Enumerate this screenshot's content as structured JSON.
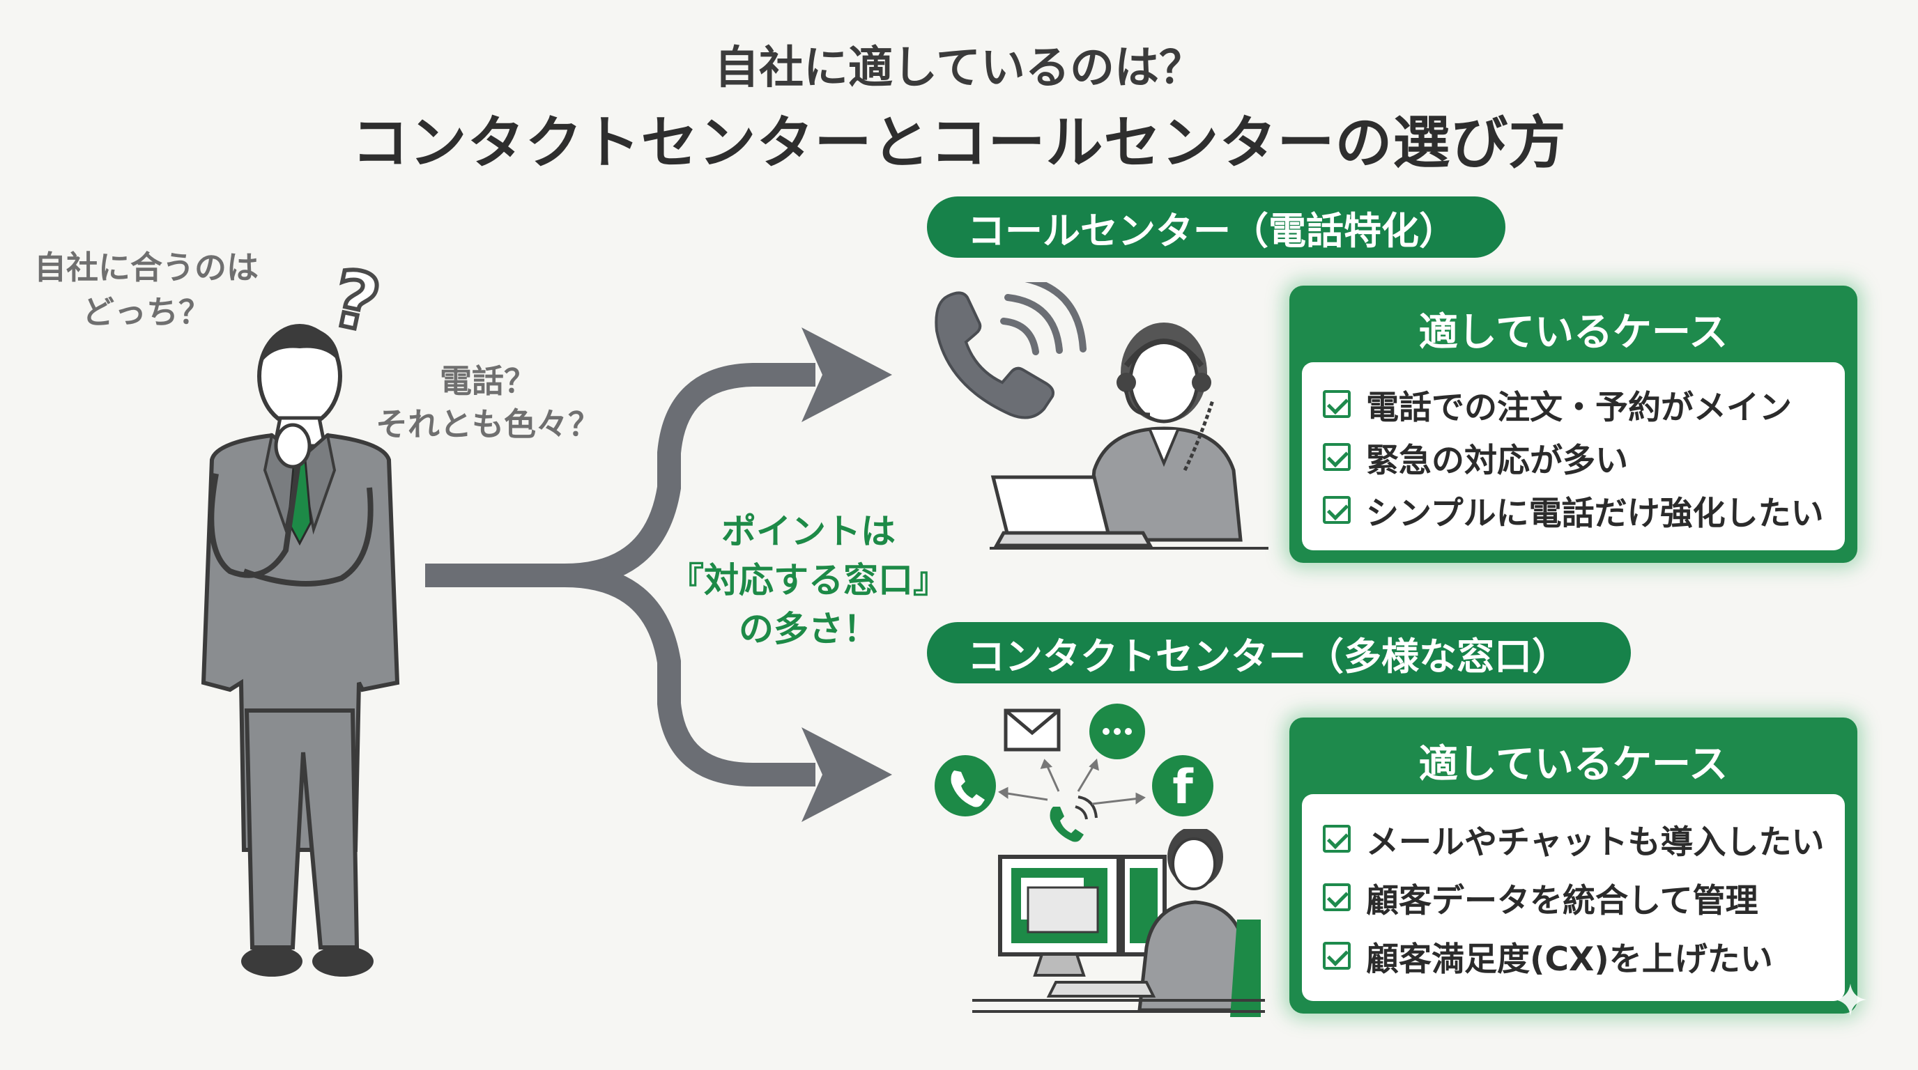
{
  "title": {
    "line1": "自社に適しているのは？",
    "line2": "コンタクトセンターとコールセンターの選び方"
  },
  "person": {
    "thought_line1": "自社に合うのは",
    "thought_line2": "どっち？",
    "question_mark": "?",
    "speech_line1": "電話？",
    "speech_line2": "それとも色々？"
  },
  "point": {
    "line1": "ポイントは",
    "line2": "『対応する窓口』",
    "line3": "の多さ！"
  },
  "call_center": {
    "label": "コールセンター（電話特化）",
    "case_title": "適しているケース",
    "items": [
      "電話での注文・予約がメイン",
      "緊急の対応が多い",
      "シンプルに電話だけ強化したい"
    ]
  },
  "contact_center": {
    "label": "コンタクトセンター（多様な窓口）",
    "case_title": "適しているケース",
    "items": [
      "メールやチャットも導入したい",
      "顧客データを統合して管理",
      "顧客満足度(CX)を上げたい"
    ]
  },
  "icons": {
    "facebook_glyph": "f"
  },
  "colors": {
    "brand_green": "#17824a",
    "card_green": "#1e8a4c",
    "arrow_gray": "#6b6e74",
    "suit_gray": "#8a8d90"
  }
}
